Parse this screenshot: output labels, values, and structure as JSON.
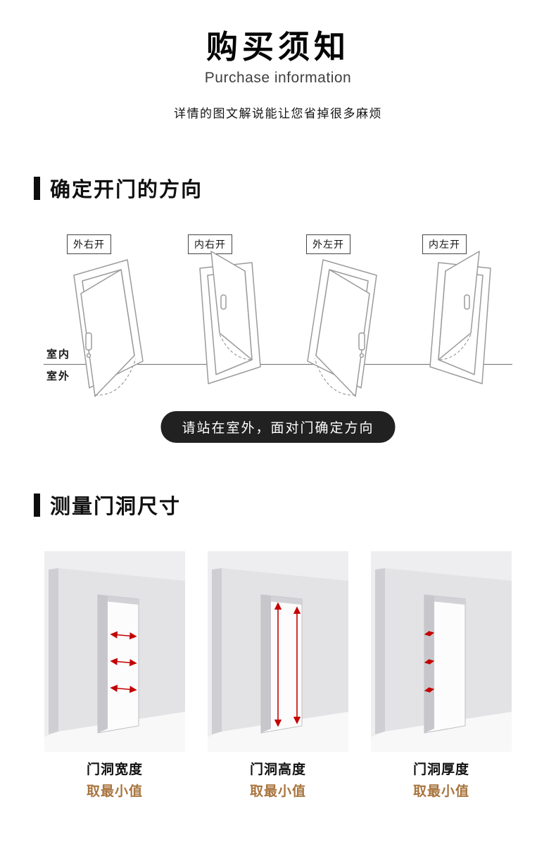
{
  "header": {
    "title": "购买须知",
    "subtitle": "Purchase information",
    "description": "详情的图文解说能让您省掉很多麻烦"
  },
  "sections": {
    "direction": {
      "title": "确定开门的方向",
      "doors": [
        {
          "label": "外右开"
        },
        {
          "label": "内右开"
        },
        {
          "label": "外左开"
        },
        {
          "label": "内左开"
        }
      ],
      "indoor_label": "室内",
      "outdoor_label": "室外",
      "tip": "请站在室外，面对门确定方向"
    },
    "measure": {
      "title": "测量门洞尺寸",
      "items": [
        {
          "caption": "门洞宽度",
          "note": "取最小值"
        },
        {
          "caption": "门洞高度",
          "note": "取最小值"
        },
        {
          "caption": "门洞厚度",
          "note": "取最小值"
        }
      ]
    }
  },
  "colors": {
    "note_accent": "#a8743e",
    "arrow_red": "#c40000",
    "pill_background": "#212121",
    "section_bar": "#0d0d0d"
  }
}
